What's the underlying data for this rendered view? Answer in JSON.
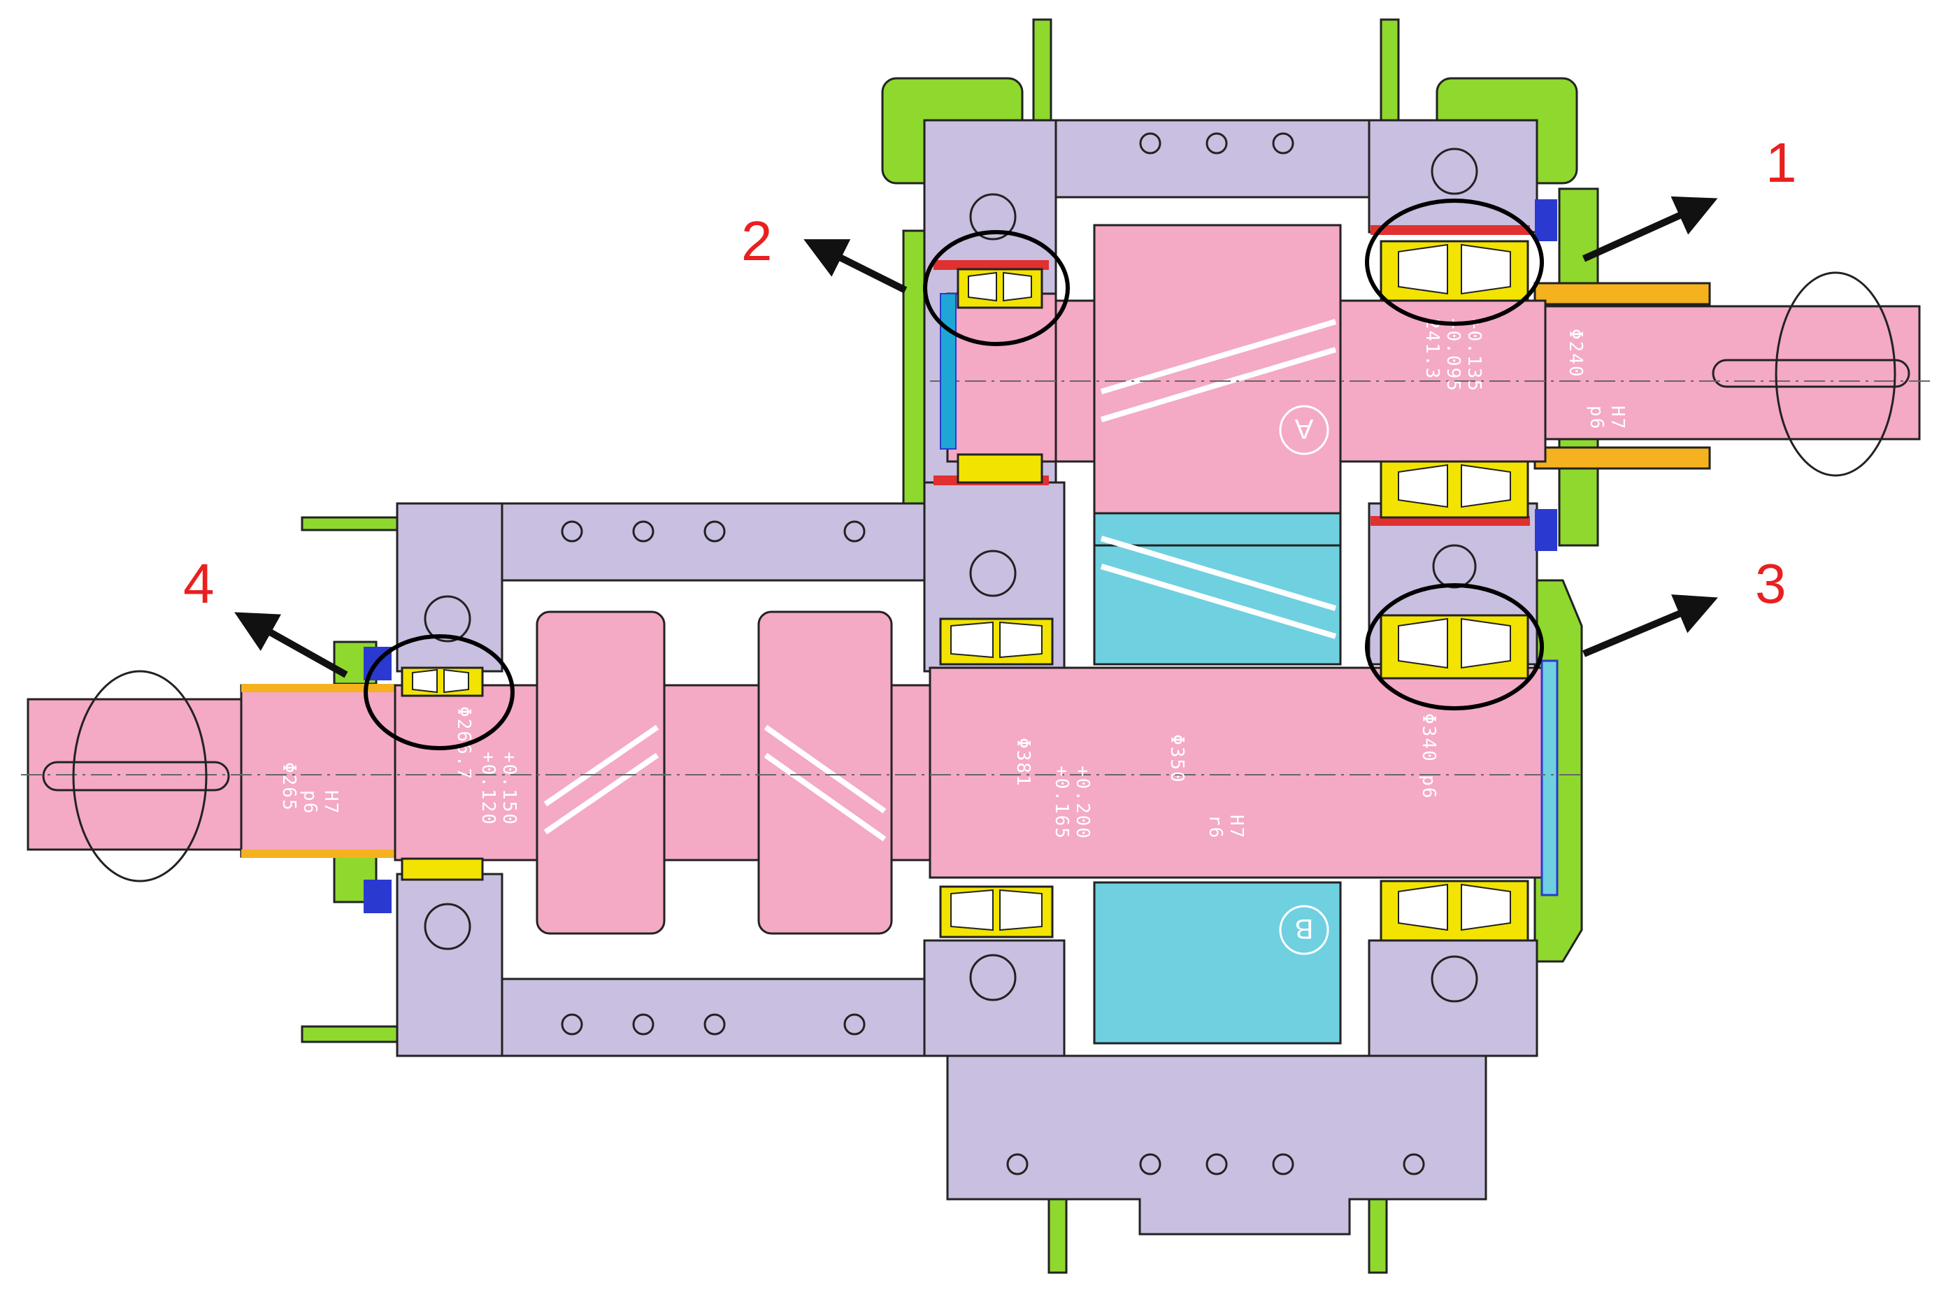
{
  "colors": {
    "housing": "#c9bfe0",
    "shaft": "#f4a9c4",
    "bearing_yellow": "#f2e400",
    "seal_red": "#e03030",
    "green": "#8fd82d",
    "cyan": "#6fd0e0",
    "blue": "#2a3ad0",
    "orange": "#f5b21e",
    "outline": "#222222",
    "callout": "#e8201e"
  },
  "callouts": [
    "1",
    "2",
    "3",
    "4"
  ],
  "gear_labels": [
    "A",
    "B"
  ],
  "dimensions": {
    "input_shaft": [
      "H7",
      "p6",
      "Φ240",
      "+0.135",
      "+0.095",
      "241.3"
    ],
    "left_shaft": [
      "H7",
      "p6",
      "Φ265",
      "+0.150",
      "+0.120",
      "Φ266.7"
    ],
    "output_mid": [
      "Φ381",
      "+0.200",
      "+0.165"
    ],
    "output_gear": [
      "H7",
      "r6",
      "Φ350"
    ],
    "output_right": [
      "Φ340 p6"
    ]
  }
}
